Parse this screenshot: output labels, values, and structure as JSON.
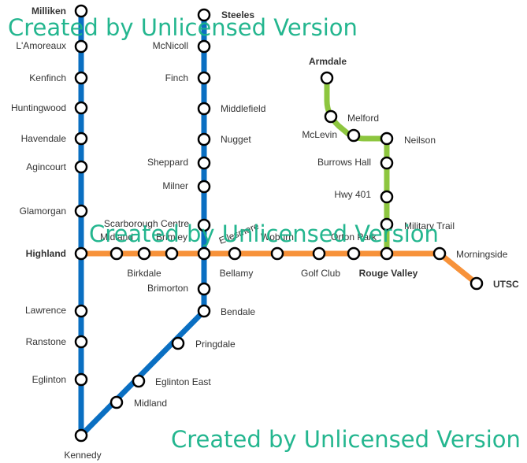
{
  "colors": {
    "line1": "#0a6fc2",
    "line2": "#f7923a",
    "line3": "#8dc63f",
    "watermark": "#19b38a"
  },
  "watermark": "Created by Unlicensed Version",
  "lines": {
    "blue_west": [
      "Milliken",
      "L'Amoreaux",
      "Kenfinch",
      "Huntingwood",
      "Havendale",
      "Agincourt",
      "Glamorgan",
      "Highland",
      "Lawrence",
      "Ranstone",
      "Eglinton",
      "Kennedy"
    ],
    "blue_east": [
      "Steeles",
      "McNicoll",
      "Finch",
      "Middlefield",
      "Nugget",
      "Sheppard",
      "Milner",
      "Scarborough Centre",
      "Brimorton",
      "Bendale",
      "Pringdale",
      "Eglinton East",
      "Midland"
    ],
    "orange": [
      "Highland",
      "Midland",
      "Birkdale",
      "Brimley",
      "Ellesmere",
      "Bellamy",
      "Woburn",
      "Golf Club",
      "Orton Park",
      "Rouge Valley",
      "Morningside",
      "UTSC"
    ],
    "green": [
      "Armdale",
      "Melford",
      "McLevin",
      "Neilson",
      "Burrows Hall",
      "Hwy 401",
      "Military Trail",
      "Rouge Valley"
    ]
  },
  "labels": {
    "milliken": "Milliken",
    "lamoreaux": "L'Amoreaux",
    "kenfinch": "Kenfinch",
    "huntingwood": "Huntingwood",
    "havendale": "Havendale",
    "agincourt": "Agincourt",
    "glamorgan": "Glamorgan",
    "highland": "Highland",
    "lawrence": "Lawrence",
    "ranstone": "Ranstone",
    "eglinton": "Eglinton",
    "kennedy": "Kennedy",
    "steeles": "Steeles",
    "mcnicoll": "McNicoll",
    "finch": "Finch",
    "middlefield": "Middlefield",
    "nugget": "Nugget",
    "sheppard": "Sheppard",
    "milner": "Milner",
    "scarborough_centre": "Scarborough Centre",
    "brimorton": "Brimorton",
    "bendale": "Bendale",
    "pringdale": "Pringdale",
    "eglinton_east": "Eglinton East",
    "midland_sw": "Midland",
    "midland": "Midland",
    "birkdale": "Birkdale",
    "brimley": "Brimley",
    "ellesmere": "Ellesmere",
    "bellamy": "Bellamy",
    "woburn": "Woburn",
    "golf_club": "Golf Club",
    "orton_park": "Orton Park",
    "rouge_valley": "Rouge Valley",
    "morningside": "Morningside",
    "utsc": "UTSC",
    "armdale": "Armdale",
    "melford": "Melford",
    "mclevin": "McLevin",
    "neilson": "Neilson",
    "burrows_hall": "Burrows Hall",
    "hwy401": "Hwy 401",
    "military_trail": "Military Trail"
  }
}
